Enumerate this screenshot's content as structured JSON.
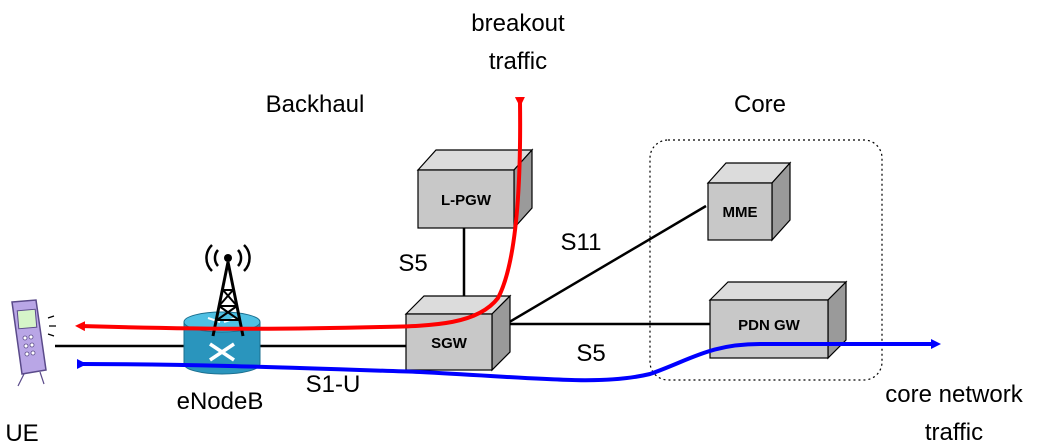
{
  "labels": {
    "breakout_traffic": [
      "breakout",
      "traffic"
    ],
    "backhaul": "Backhaul",
    "core": "Core",
    "s5_top": "S5",
    "s11": "S11",
    "s5_bottom": "S5",
    "s1u": "S1-U",
    "enodeb": "eNodeB",
    "ue": "UE",
    "core_network_traffic": [
      "core network",
      "traffic"
    ]
  },
  "nodes": {
    "lpgw": "L-PGW",
    "sgw": "SGW",
    "mme": "MME",
    "pdngw": "PDN GW"
  },
  "colors": {
    "breakout_flow": "#ff0000",
    "core_flow": "#0000ff",
    "box_front": "#c8c8c8",
    "box_top": "#dcdcdc",
    "box_side": "#9a9a9a",
    "enodeb_body": "#2fa3c9"
  },
  "icons": [
    "ue-phone-icon",
    "antenna-tower-icon",
    "router-icon"
  ]
}
